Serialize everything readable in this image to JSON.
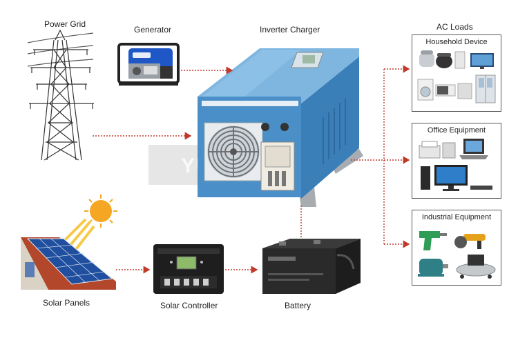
{
  "labels": {
    "power_grid": "Power Grid",
    "generator": "Generator",
    "inverter_charger": "Inverter Charger",
    "ac_loads": "AC Loads",
    "solar_panels": "Solar Panels",
    "solar_controller": "Solar Controller",
    "battery": "Battery"
  },
  "loads": [
    {
      "title": "Household Device"
    },
    {
      "title": "Office Equipment"
    },
    {
      "title": "Industrial Equipment"
    }
  ],
  "watermark": "YUEOO",
  "colors": {
    "connector": "#c0392b",
    "inverter_body": "#4a8fc8",
    "inverter_light": "#7fb6e0",
    "panel_blue": "#1f4f9e",
    "battery_black": "#2a2a2a",
    "generator_blue": "#1f57c6",
    "sun": "#f5a623"
  }
}
